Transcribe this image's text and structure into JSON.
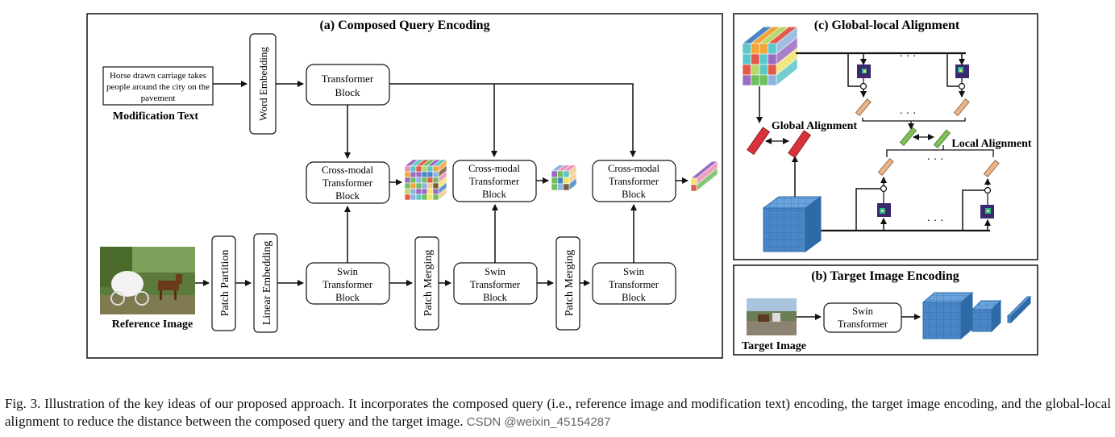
{
  "panels": {
    "composed_query_title": "(a) Composed Query Encoding",
    "global_local_title": "(c) Global-local Alignment",
    "target_encoding_title": "(b) Target Image Encoding"
  },
  "labels": {
    "modification_text_input": [
      "Horse drawn carriage takes",
      "people around the city on the",
      "pavement"
    ],
    "modification_text": "Modification Text",
    "reference_image": "Reference Image",
    "target_image": "Target Image",
    "global_alignment": "Global Alignment",
    "local_alignment": "Local Alignment",
    "ellipsis": "· · ·"
  },
  "blocks": {
    "word_embedding": "Word Embedding",
    "patch_partition": "Patch Partition",
    "linear_embedding": "Linear Embedding",
    "patch_merging": "Patch Merging",
    "transformer_block": [
      "Transformer",
      "Block"
    ],
    "cross_modal_block": [
      "Cross-modal",
      "Transformer",
      "Block"
    ],
    "swin_block": [
      "Swin",
      "Transformer",
      "Block"
    ],
    "swin_transformer": [
      "Swin",
      "Transformer"
    ]
  },
  "colors": {
    "cube_blue": "#4a86c5",
    "global_red": "#d8323a",
    "local_green": "#7fc05a",
    "local_orange": "#e8b48a",
    "heatmap_purple": "#3b2a6b"
  },
  "caption": {
    "text": "Fig. 3.  Illustration of the key ideas of our proposed approach. It incorporates the composed query (i.e., reference image and modification text) encoding, the target image encoding, and the global-local alignment to reduce the distance between the composed query and the target image.",
    "watermark": "CSDN @weixin_45154287"
  }
}
